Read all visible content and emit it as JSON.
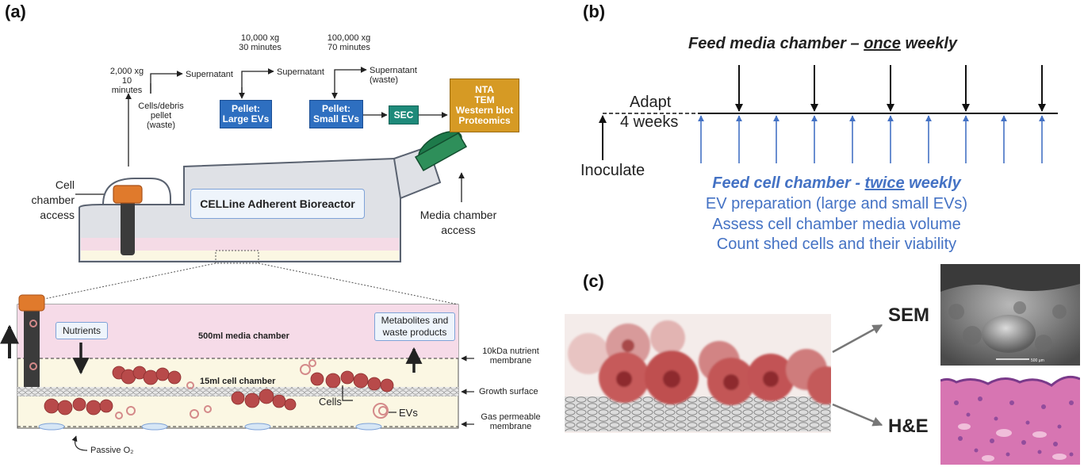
{
  "panel_a": {
    "label": "(a)",
    "centrifuge": {
      "step1": "2,000 xg\n10\nminutes",
      "step2": "10,000 xg\n30 minutes",
      "step3": "100,000 xg\n70 minutes"
    },
    "supernatant1": "Supernatant",
    "supernatant2": "Supernatant",
    "supernatant_waste": "Supernatant\n(waste)",
    "cells_debris": "Cells/debris\npellet\n(waste)",
    "pellet_large": "Pellet:\nLarge EVs",
    "pellet_small": "Pellet:\nSmall EVs",
    "sec": "SEC",
    "analysis": "NTA\nTEM\nWestern blot\nProteomics",
    "cell_chamber_access": "Cell chamber\naccess",
    "bioreactor_title": "CELLine Adherent Bioreactor",
    "media_chamber_access": "Media chamber\naccess",
    "nutrients": "Nutrients",
    "metabolites": "Metabolites and\nwaste products",
    "media_chamber": "500ml media chamber",
    "cell_chamber": "15ml cell chamber",
    "nutrient_membrane": "10kDa nutrient\nmembrane",
    "growth_surface": "Growth surface",
    "gas_membrane": "Gas permeable\nmembrane",
    "cells": "Cells",
    "evs": "EVs",
    "passive_o2": "Passive O₂",
    "colors": {
      "blue_box": "#2e6fc0",
      "teal_box": "#1e8a7a",
      "gold_box": "#d69a24",
      "cap": "#e07a2c",
      "pink": "#f6dbe8",
      "cream": "#fbf7e3"
    }
  },
  "panel_b": {
    "label": "(b)",
    "title_pre": "Feed media chamber – ",
    "title_em": "once",
    "title_post": " weekly",
    "adapt": "Adapt",
    "weeks": "4 weeks",
    "inoculate": "Inoculate",
    "feed_pre": "Feed cell chamber - ",
    "feed_em": "twice",
    "feed_post": " weekly",
    "line1": "EV preparation (large and small EVs)",
    "line2": "Assess cell chamber media volume",
    "line3": "Count shed cells and their viability",
    "colors": {
      "blue": "#4472c4"
    }
  },
  "panel_c": {
    "label": "(c)",
    "sem": "SEM",
    "he": "H&E",
    "scale_text": "500 µm"
  }
}
